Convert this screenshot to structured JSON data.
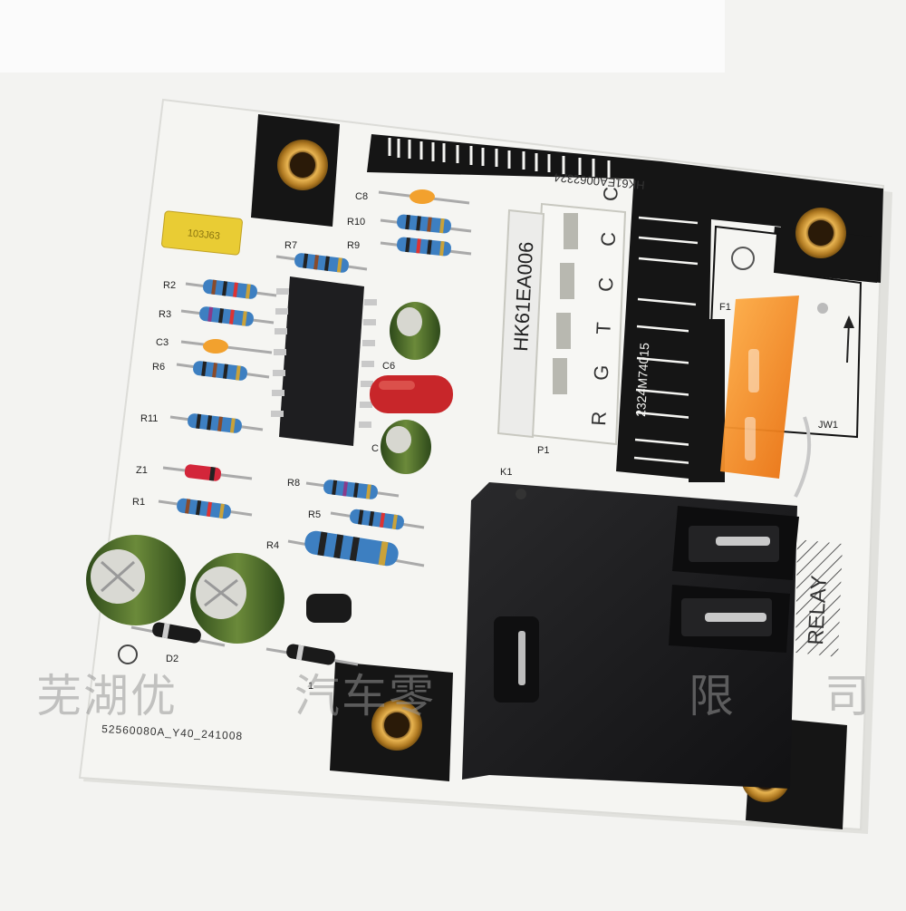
{
  "board": {
    "part_number": "HK61EA006",
    "part_number_mirrored": "HK61EA0062324",
    "barcode_text": "2324M74015",
    "pcb_code": "52560080A_Y40_241008",
    "connector_label": "P1",
    "connector_pins": "R G T C C C",
    "relay_ref": "K1",
    "relay_text": "RELAY",
    "fuse_ref": "F1",
    "jumper_ref": "JW1",
    "cap_marking": "103J63"
  },
  "labels": {
    "c8": "C8",
    "r10": "R10",
    "r9": "R9",
    "r7": "R7",
    "r2": "R2",
    "r3": "R3",
    "c3": "C3",
    "r6": "R6",
    "r11": "R11",
    "z1": "Z1",
    "r1": "R1",
    "r8": "R8",
    "r5": "R5",
    "r4": "R4",
    "c6": "C6",
    "c": "C",
    "d2": "D2",
    "d1": "1"
  },
  "watermark": {
    "left": "芜湖优",
    "mid1": "汽车零",
    "mid2": "限",
    "right": "司"
  },
  "colors": {
    "board": "#f4f4f1",
    "silk_black": "#141414",
    "relay": "#1d1d1f",
    "fuse": "#f28a1a",
    "resistor": "#3d7fc1",
    "electrolytic": "#4f6a2a",
    "brass": "#c8932f"
  }
}
